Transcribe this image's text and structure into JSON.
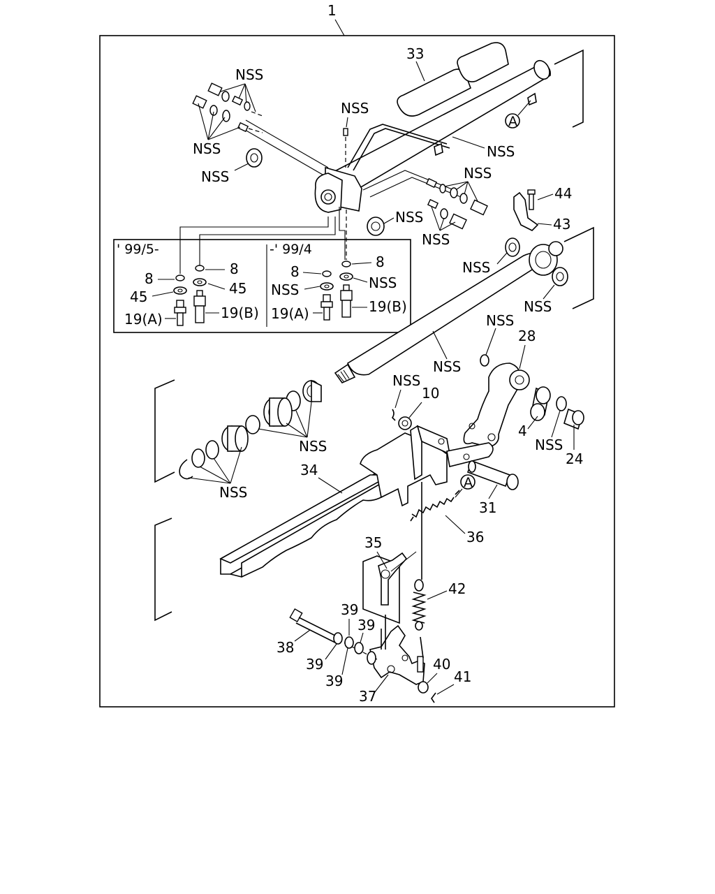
{
  "assembly_callout": "1",
  "variant_left_header": "' 99/5-",
  "variant_right_header": "-' 99/4",
  "ref_marker": "A",
  "labels": {
    "nss": "NSS",
    "p33": "33",
    "p44": "44",
    "p43": "43",
    "p8": "8",
    "p45": "45",
    "p19a": "19(A)",
    "p19b": "19(B)",
    "p28": "28",
    "p10": "10",
    "p4": "4",
    "p24": "24",
    "p34": "34",
    "p31": "31",
    "p36": "36",
    "p35": "35",
    "p42": "42",
    "p39": "39",
    "p38": "38",
    "p40": "40",
    "p41": "41",
    "p37": "37"
  }
}
